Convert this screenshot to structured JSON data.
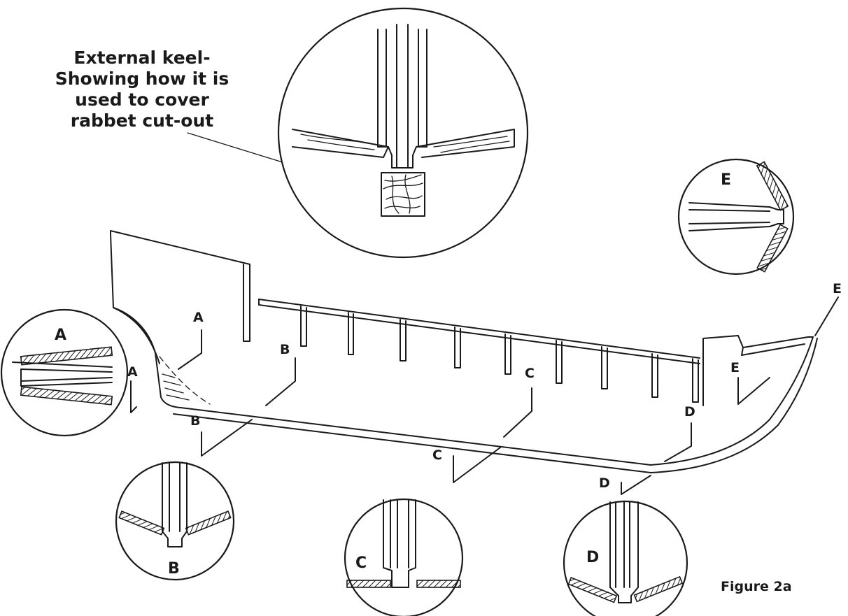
{
  "callout": {
    "line1": "External keel-",
    "line2": "Showing how it is",
    "line3": "used to cover",
    "line4": "rabbet cut-out"
  },
  "figure_caption": "Figure 2a",
  "section_labels": {
    "a": "A",
    "b": "B",
    "c": "C",
    "d": "D",
    "e": "E"
  }
}
